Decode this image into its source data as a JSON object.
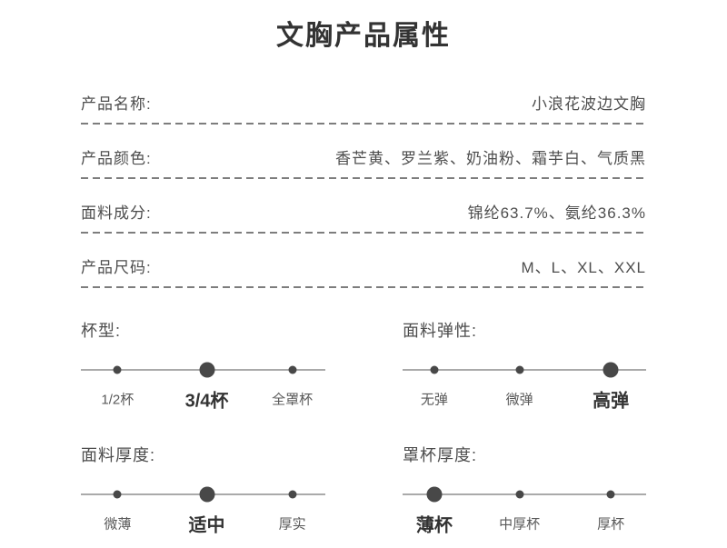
{
  "title": "文胸产品属性",
  "attributes": [
    {
      "label": "产品名称:",
      "value": "小浪花波边文胸"
    },
    {
      "label": "产品颜色:",
      "value": "香芒黄、罗兰紫、奶油粉、霜芋白、气质黑"
    },
    {
      "label": "面料成分:",
      "value": "锦纶63.7%、氨纶36.3%"
    },
    {
      "label": "产品尺码:",
      "value": "M、L、XL、XXL"
    }
  ],
  "scales": [
    {
      "label": "杯型:",
      "options": [
        {
          "text": "1/2杯",
          "selected": false,
          "pos": 15
        },
        {
          "text": "3/4杯",
          "selected": true,
          "pos": 51.5
        },
        {
          "text": "全罩杯",
          "selected": false,
          "pos": 86.5
        }
      ]
    },
    {
      "label": "面料弹性:",
      "options": [
        {
          "text": "无弹",
          "selected": false,
          "pos": 13
        },
        {
          "text": "微弹",
          "selected": false,
          "pos": 48
        },
        {
          "text": "高弹",
          "selected": true,
          "pos": 85.5
        }
      ]
    },
    {
      "label": "面料厚度:",
      "options": [
        {
          "text": "微薄",
          "selected": false,
          "pos": 15
        },
        {
          "text": "适中",
          "selected": true,
          "pos": 51.5
        },
        {
          "text": "厚实",
          "selected": false,
          "pos": 86.5
        }
      ]
    },
    {
      "label": "罩杯厚度:",
      "options": [
        {
          "text": "薄杯",
          "selected": true,
          "pos": 13
        },
        {
          "text": "中厚杯",
          "selected": false,
          "pos": 48
        },
        {
          "text": "厚杯",
          "selected": false,
          "pos": 85.5
        }
      ]
    }
  ],
  "colors": {
    "text": "#4d4d4d",
    "title": "#333333",
    "dash_line": "#7d7d7d",
    "scale_line": "#555555",
    "dot": "#484848",
    "selected_text": "#333333",
    "option_text": "#595959",
    "background": "#ffffff"
  }
}
